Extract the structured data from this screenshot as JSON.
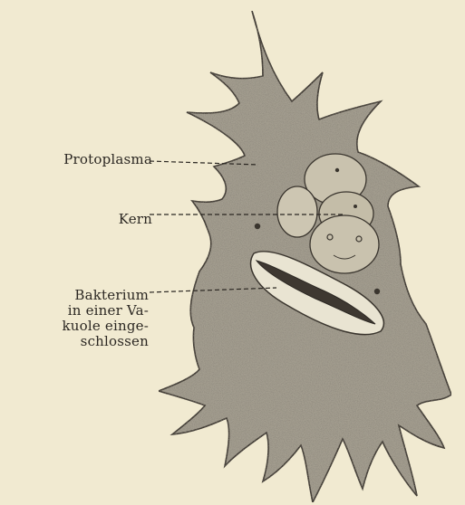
{
  "labels": {
    "protoplasma": "Protoplasma",
    "kern": "Kern",
    "bakterium": [
      "Bakterium",
      "in einer Va-",
      "kuole einge-",
      "schlossen"
    ]
  },
  "colors": {
    "paper": "#f1ead1",
    "cytoplasm": "#a39d8f",
    "outline": "#3a352e",
    "vacuole": "#e9e4d2",
    "bacterium": "#3e3831",
    "nucleus": "#c9c2ae",
    "text": "#2b2722"
  }
}
